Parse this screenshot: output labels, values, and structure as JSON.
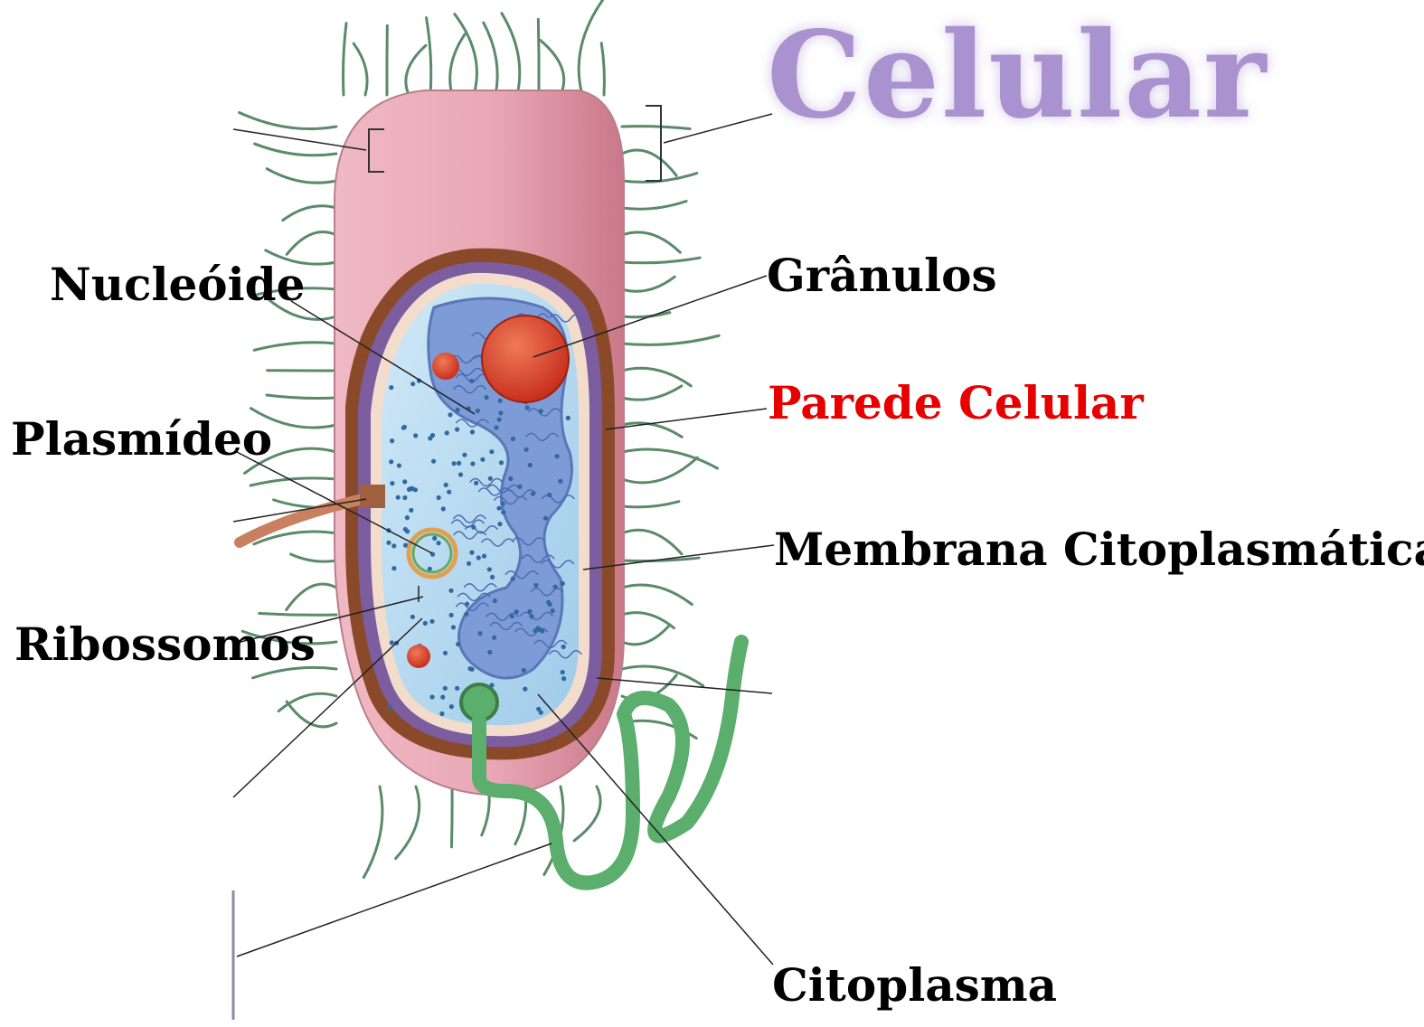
{
  "title": "Celular",
  "labels": {
    "nucleoide": "Nucleóide",
    "granulos": "Grânulos",
    "parede_celular": "Parede Celular",
    "plasmideo": "Plasmídeo",
    "membrana": "Membrana Citoplasmática",
    "ribossomos": "Ribossomos",
    "citoplasma": "Citoplasma"
  },
  "colors": {
    "title": "#a992cf",
    "highlight_label": "#e60000",
    "label": "#000000",
    "capsule": "#e9a9b6",
    "cell_wall": "#8a4a2a",
    "membrane": "#7b5da0",
    "cytoplasm": "#bfe0f3",
    "nucleoid": "#6f8fd0",
    "granule": "#d43a22",
    "pili": "#5a8a6a",
    "flagellum": "#5cae6c"
  }
}
